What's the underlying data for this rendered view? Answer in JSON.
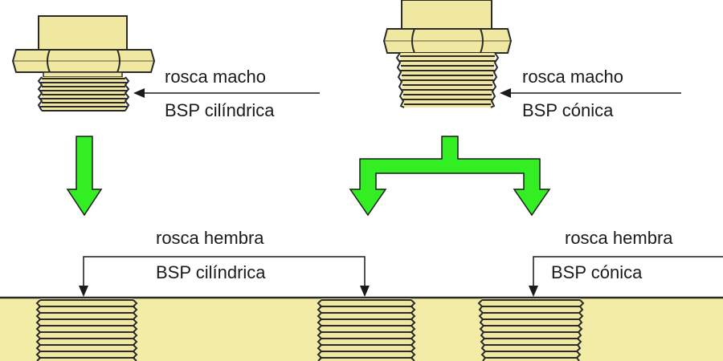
{
  "colors": {
    "metal": "#f0e8a0",
    "metal_stroke": "#2a2a2a",
    "arrow_green": "#33ee22",
    "arrow_outline": "#1a1a1a",
    "plate": "#f3eca6",
    "background": "#ffffff"
  },
  "labels": {
    "male_cyl_line1": "rosca macho",
    "male_cyl_line2": "BSP cilíndrica",
    "male_tap_line1": "rosca macho",
    "male_tap_line2": "BSP cónica",
    "female_cyl_line1": "rosca hembra",
    "female_cyl_line2": "BSP cilíndrica",
    "female_tap_line1": "rosca hembra",
    "female_tap_line2": "BSP cónica"
  },
  "icons": {
    "male_cylindrical": "hex-fitting-parallel-thread",
    "male_tapered": "hex-fitting-tapered-thread",
    "arrow_down": "green-down-arrow",
    "arrow_split": "green-branch-arrow"
  }
}
